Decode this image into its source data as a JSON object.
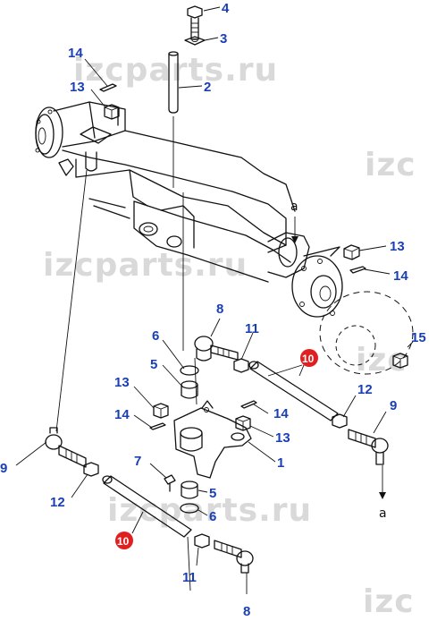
{
  "watermark": "izcparts.ru",
  "watermark_partial": "izc",
  "reference_letter": "a",
  "accent_blue": "#1a3fb4",
  "accent_red": "#e02020",
  "callouts": {
    "c4": "4",
    "c3": "3",
    "c2": "2",
    "c14_top": "14",
    "c13_top": "13",
    "c13_right": "13",
    "c14_right": "14",
    "c8_mid": "8",
    "c6_mid": "6",
    "c11_mid": "11",
    "c10_top": "10",
    "c15": "15",
    "c5_mid": "5",
    "c13_mid": "13",
    "c12_right": "12",
    "c9_right": "9",
    "c14_mid": "14",
    "c13_low": "13",
    "c9_left": "9",
    "c7": "7",
    "c1": "1",
    "c12_left": "12",
    "c5_low": "5",
    "c6_low": "6",
    "c10_low": "10",
    "c11_low": "11",
    "c8_low": "8"
  }
}
